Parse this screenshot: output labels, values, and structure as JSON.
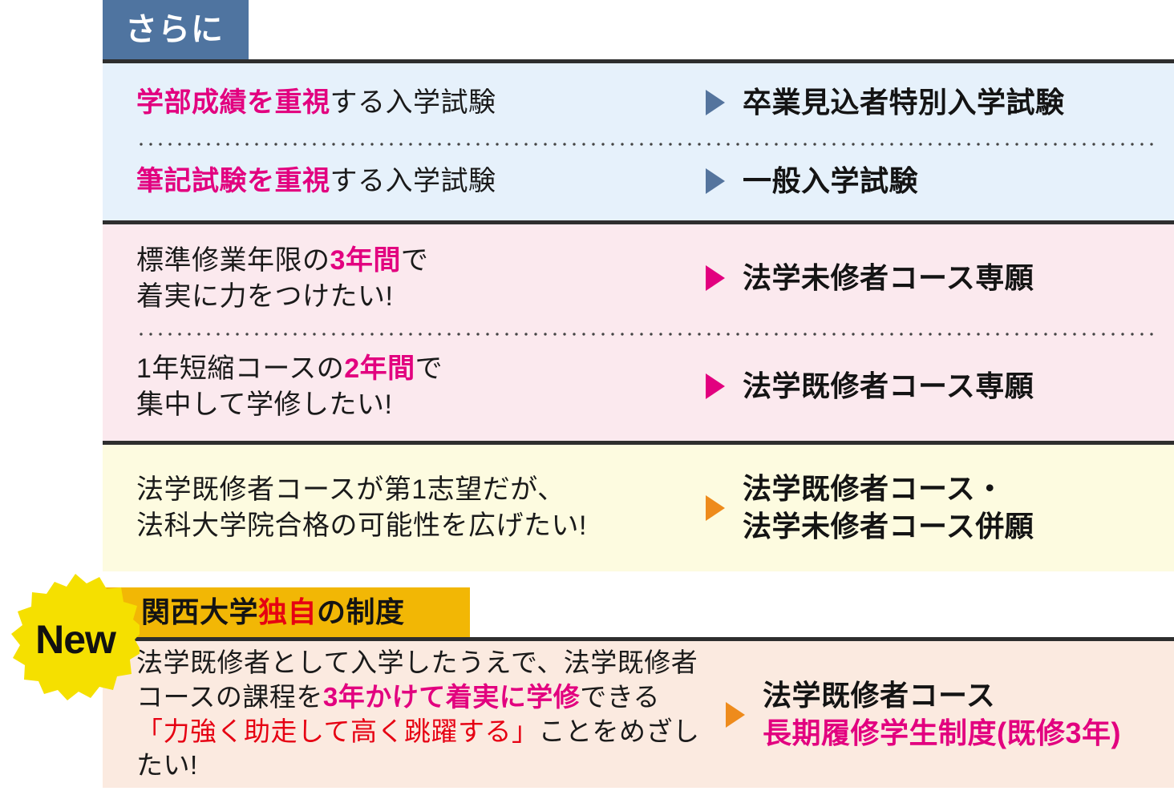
{
  "header_tab": {
    "label": "さらに"
  },
  "sections": [
    {
      "id": "exam-types",
      "bg": "#e6f1fb",
      "arrow_color": "#54749d",
      "rows": [
        {
          "left_plain_pre": "",
          "left_emphasis": "学部成績を重視",
          "left_plain_post": "する入学試験",
          "right": "卒業見込者特別入学試験"
        },
        {
          "left_plain_pre": "",
          "left_emphasis": "筆記試験を重視",
          "left_plain_post": "する入学試験",
          "right": "一般入学試験"
        }
      ]
    },
    {
      "id": "course-preference",
      "bg": "#fbe9ee",
      "arrow_color": "#e2007f",
      "rows": [
        {
          "left_line1_pre": "標準修業年限の",
          "left_line1_emphasis": "3年間",
          "left_line1_post": "で",
          "left_line2": "着実に力をつけたい!",
          "right": "法学未修者コース専願"
        },
        {
          "left_line1_pre": "1年短縮コースの",
          "left_line1_emphasis": "2年間",
          "left_line1_post": "で",
          "left_line2": "集中して学修したい!",
          "right": "法学既修者コース専願"
        }
      ]
    },
    {
      "id": "dual-application",
      "bg": "#fdfbe0",
      "arrow_color": "#ee8b1c",
      "rows": [
        {
          "left_line1": "法学既修者コースが第1志望だが、",
          "left_line2": "法科大学院合格の可能性を広げたい!",
          "right_line1": "法学既修者コース・",
          "right_line2": "法学未修者コース併願"
        }
      ]
    }
  ],
  "new_program": {
    "badge_label": "New",
    "badge_color": "#f5e000",
    "bar_color": "#f2b705",
    "bar_plain_pre": "関西大学",
    "bar_emphasis": "独自",
    "bar_plain_post": "の制度",
    "bar_emphasis_color": "#e60012",
    "bg": "#fbeae0",
    "arrow_color": "#ee8b1c",
    "left_line1": "法学既修者として入学したうえで、法学既修者",
    "left_line2_pre": "コースの課程を",
    "left_line2_emphasis": "3年かけて着実に学修",
    "left_line2_post": "できる",
    "left_line3_emphasis": "「力強く助走して高く跳躍する」",
    "left_line3_post": "ことをめざしたい!",
    "right_line1": "法学既修者コース",
    "right_line2": "長期履修学生制度(既修3年)",
    "right_line2_color": "#e2007f"
  }
}
